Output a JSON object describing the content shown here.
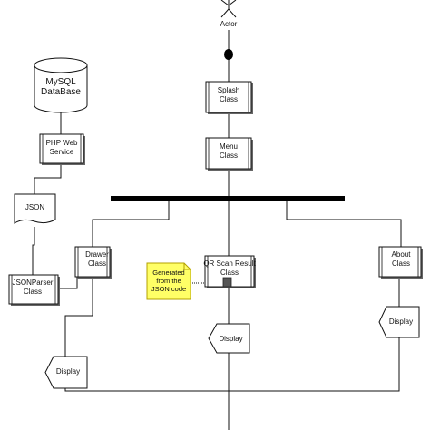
{
  "colors": {
    "line": "#111111",
    "bar": "#000000",
    "note_fill": "#ffff66",
    "note_border": "#b3a000",
    "shadow": "#666666"
  },
  "nodes": {
    "actor": "Actor",
    "database": "MySQL\nDataBase",
    "php_service": "PHP Web\nService",
    "json": "JSON",
    "json_parser": "JSONParser\nClass",
    "splash": "Splash\nClass",
    "menu": "Menu\nClass",
    "drawer": "Drawer\nClass",
    "qr_scan": "QR Scan Result\nClass",
    "about": "About\nClass",
    "display_left": "Display",
    "display_center": "Display",
    "display_right": "Display"
  },
  "note": {
    "text": "Generated\nfrom the\nJSON code"
  },
  "icons": {
    "actor": "stick-figure-icon",
    "start": "initial-node-icon",
    "fork": "fork-bar"
  }
}
